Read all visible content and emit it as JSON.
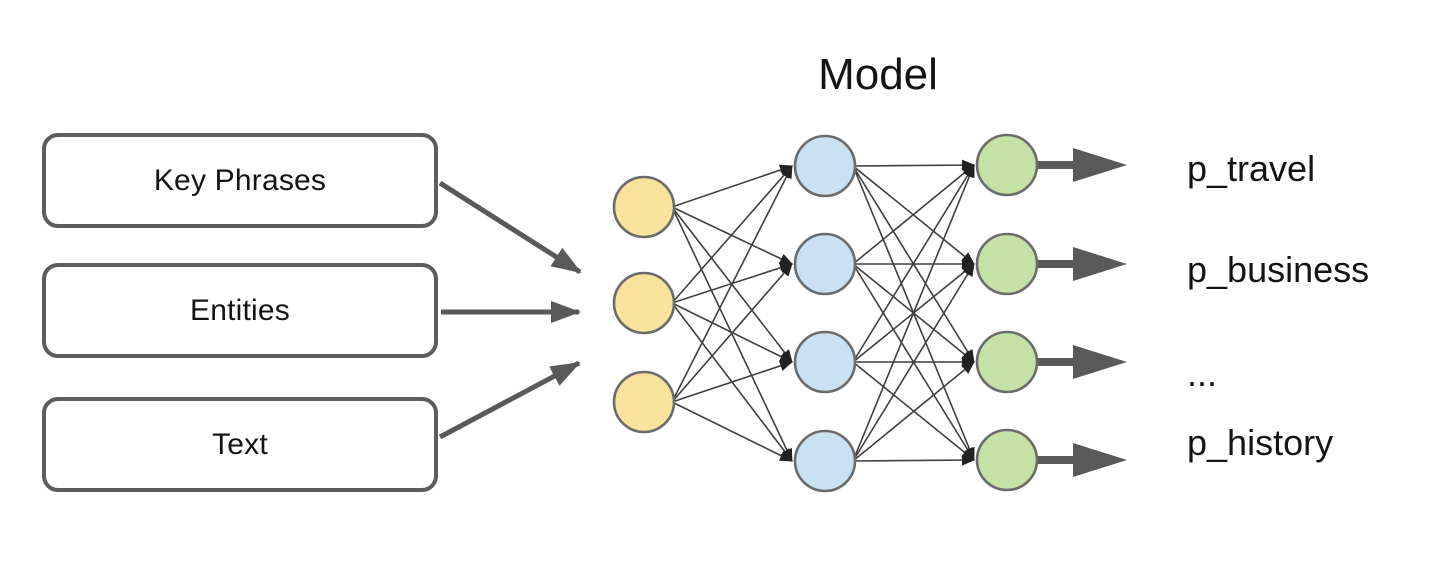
{
  "title": "Model",
  "inputs": [
    {
      "label": "Key Phrases"
    },
    {
      "label": "Entities"
    },
    {
      "label": "Text"
    }
  ],
  "outputs": [
    {
      "label": "p_travel"
    },
    {
      "label": "p_business"
    },
    {
      "label": "..."
    },
    {
      "label": "p_history"
    }
  ],
  "network": {
    "input_count": 3,
    "hidden_count": 4,
    "output_count": 4
  },
  "colors": {
    "background": "#ffffff",
    "box_border": "#5c5c5c",
    "thick_arrow": "#595959",
    "edge": "#3f3f3f",
    "edge_arrowhead": "#222222",
    "node_border": "#6b6b6b",
    "input_node_fill": "#f9e29b",
    "hidden_node_fill": "#c8e2f4",
    "output_node_fill": "#c4e2a6",
    "text": "#141414"
  }
}
